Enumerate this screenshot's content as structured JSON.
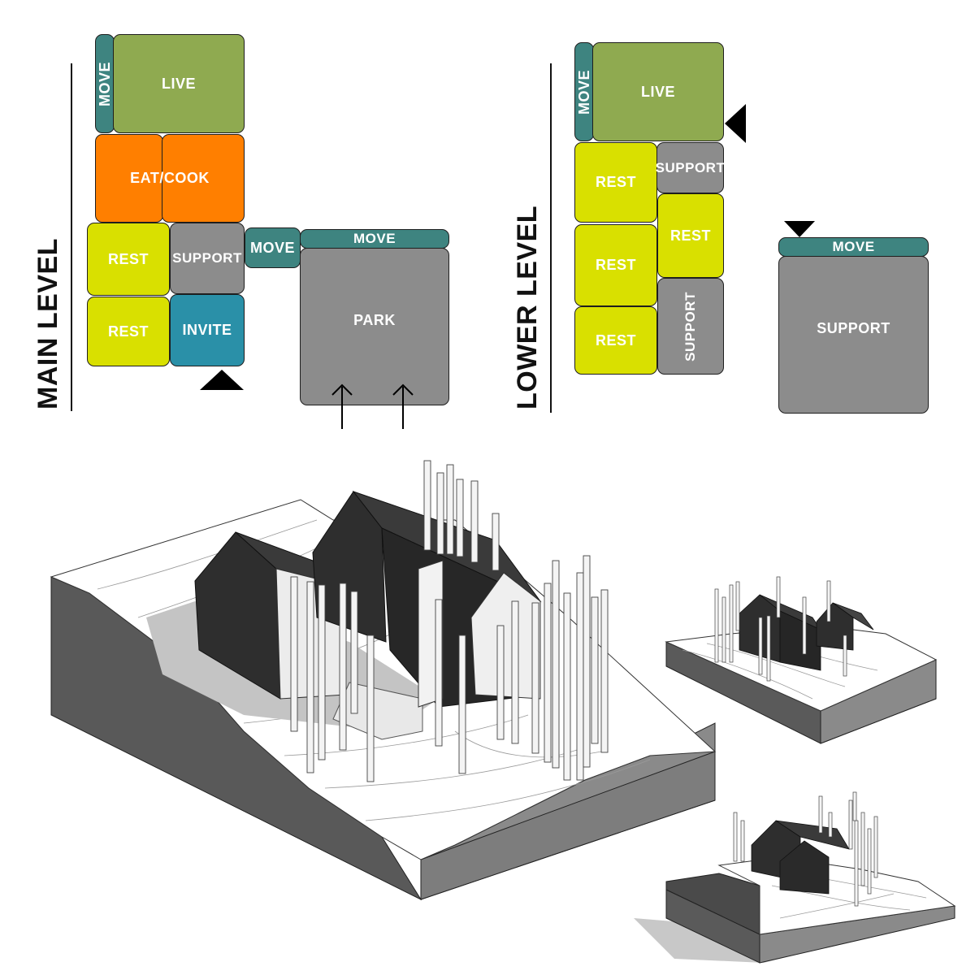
{
  "colors": {
    "live": "#8FAA50",
    "eat_cook": "#FF7F00",
    "rest": "#D9E000",
    "support": "#8C8C8C",
    "invite": "#2A90A8",
    "move": "#3E8480",
    "park": "#8C8C8C",
    "dark_mass": "#2E2E2E",
    "shadow": "#BDBDBD"
  },
  "main_level": {
    "title": "MAIN LEVEL",
    "blocks": {
      "move_vertical": "MOVE",
      "live": "LIVE",
      "eat_cook": "EAT/COOK",
      "rest_upper": "REST",
      "support": "SUPPORT",
      "rest_lower": "REST",
      "invite": "INVITE",
      "move_connector": "MOVE",
      "move_top": "MOVE",
      "park": "PARK"
    }
  },
  "lower_level": {
    "title": "LOWER LEVEL",
    "blocks": {
      "move_vertical": "MOVE",
      "live": "LIVE",
      "rest_1": "REST",
      "support_upper": "SUPPORT",
      "rest_2": "REST",
      "rest_right": "REST",
      "support_vertical": "SUPPORT",
      "rest_3": "REST",
      "move_top": "MOVE",
      "support_box": "SUPPORT"
    }
  }
}
